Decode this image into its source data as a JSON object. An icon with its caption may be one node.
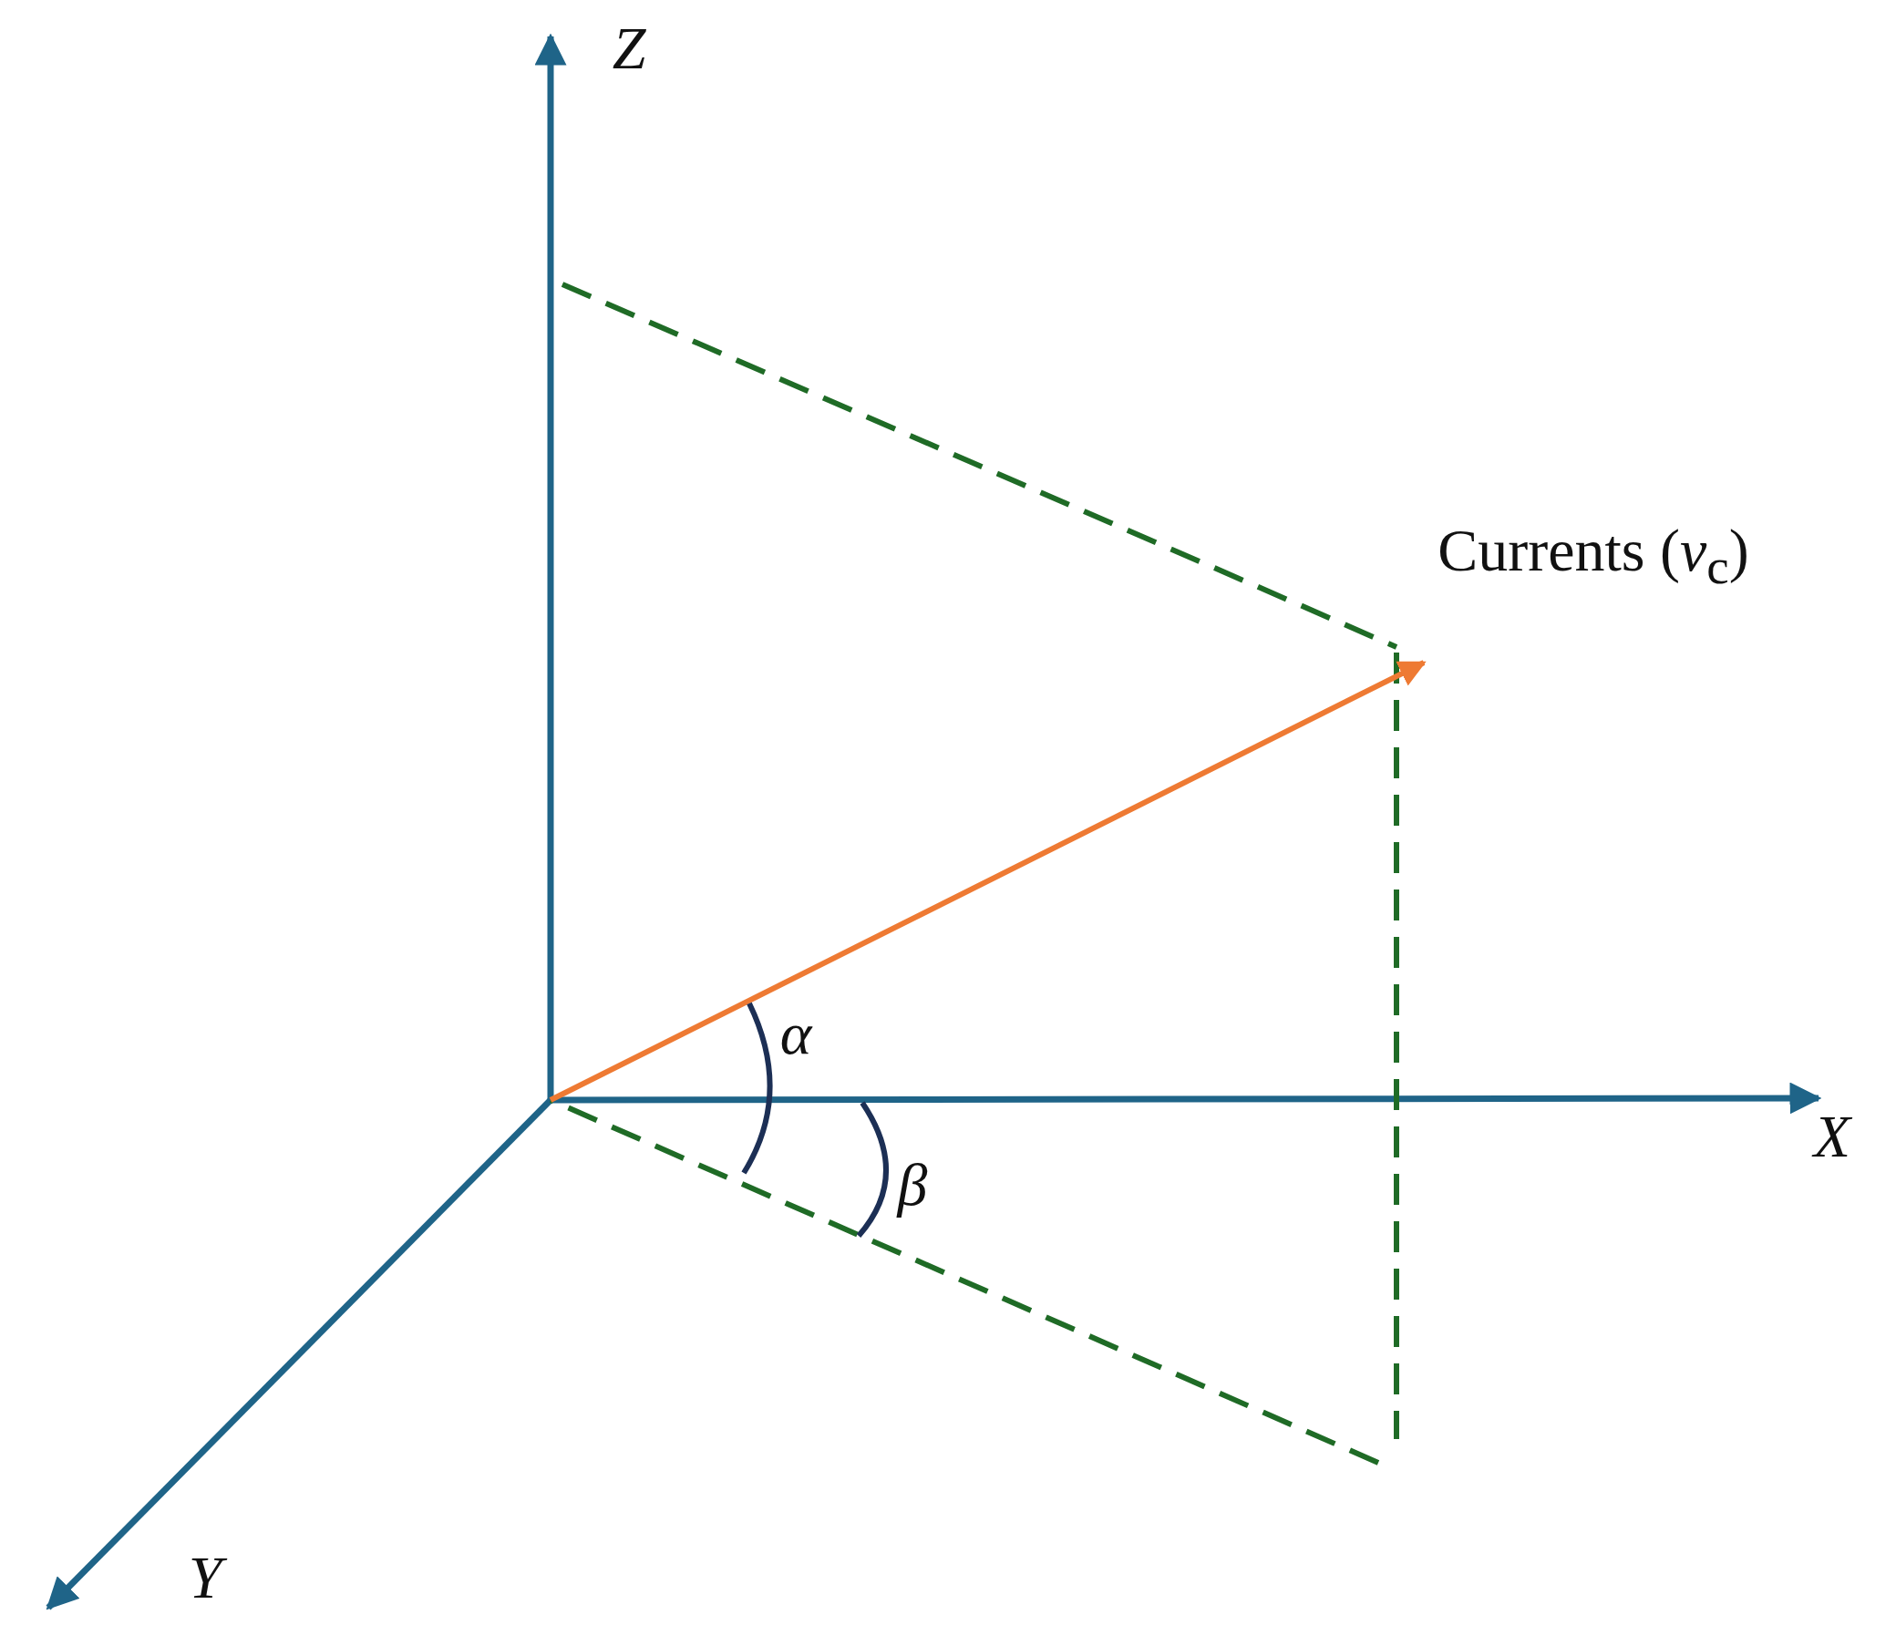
{
  "diagram": {
    "labels": [
      "Z",
      "Currents (*v*$_{c}$)",
      "α",
      "X",
      "β",
      "Y"
    ]
  }
}
